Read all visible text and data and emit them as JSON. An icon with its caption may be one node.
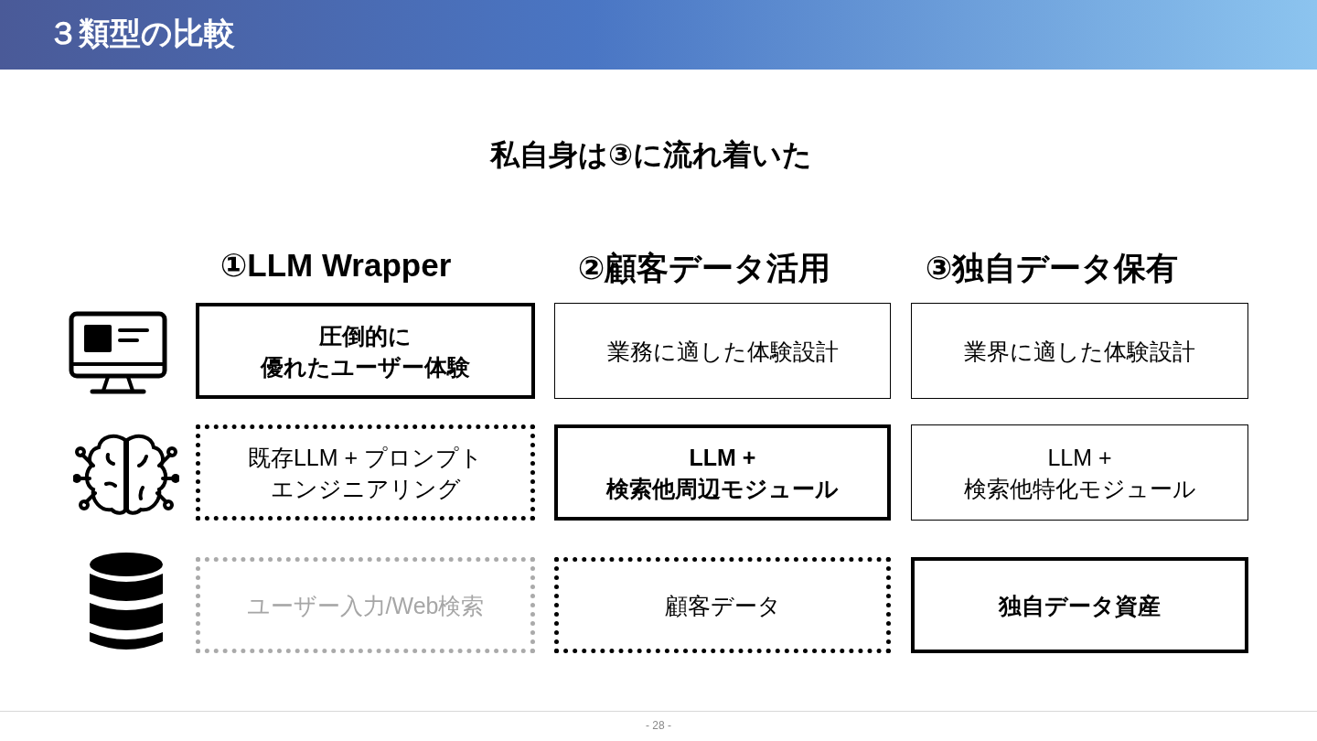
{
  "diagram": {
    "title": "３類型の比較",
    "nodes": [
      {
        "text": [
          "圧倒的に優れたユーザー体験"
        ]
      },
      {
        "text": [
          "業務に適した体験設計"
        ]
      },
      {
        "text": [
          "業界に適した体験設計"
        ]
      },
      {
        "text": [
          "既存LLM + プロンプトエンジニアリング"
        ]
      },
      {
        "text": [
          "LLM + 検索他周辺モジュール"
        ]
      },
      {
        "text": [
          "LLM + 検索他特化モジュール"
        ]
      },
      {
        "text": [
          "ユーザー入力/Web検索"
        ]
      },
      {
        "text": [
          "顧客データ"
        ]
      },
      {
        "text": [
          "独自データ資産"
        ]
      }
    ],
    "labels": [
      "私自身は③に流れ着いた",
      "①LLM Wrapper",
      "②顧客データ活用",
      "③独自データ保有",
      "- 28 -"
    ]
  }
}
